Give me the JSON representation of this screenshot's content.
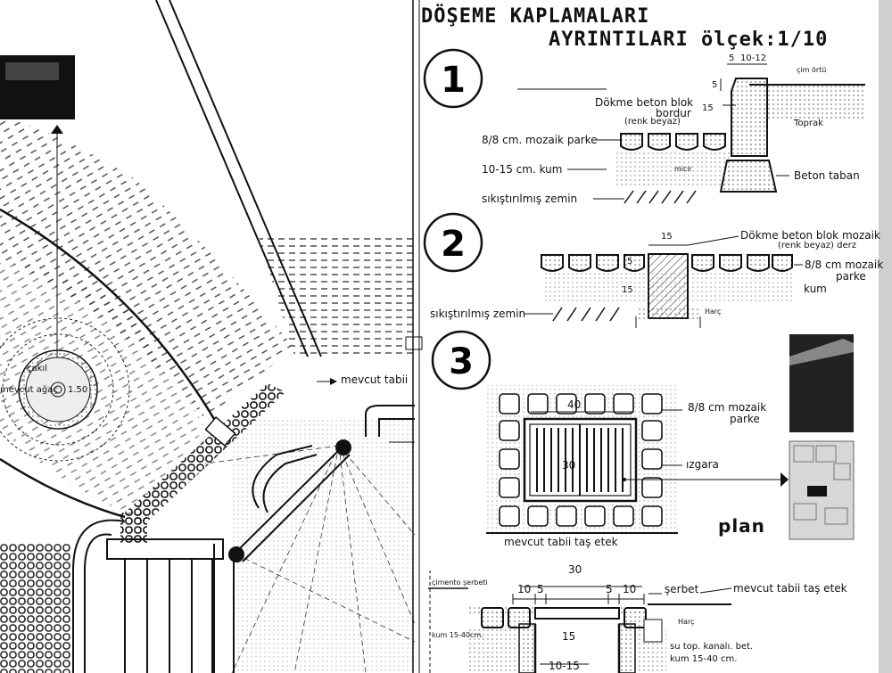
{
  "title": {
    "line1": "DÖŞEME KAPLAMALARI",
    "line2": "AYRINTILARI ölçek:1/10"
  },
  "site_plan": {
    "cakil": "çakıl",
    "mevcut_agac": "mevcut ağaç",
    "diameter": "1.50",
    "mevcut_tabii": "mevcut tabii"
  },
  "detail1": {
    "number": "1",
    "dim_5": "5",
    "dim_10_12": "10-12",
    "dim_5b": "5",
    "dim_15": "15",
    "cim_ortu": "çim örtü",
    "dokme_beton_blok": "Dökme beton blok",
    "bordur": "bordur",
    "renk_beyaz": "(renk beyaz)",
    "toprak": "Toprak",
    "mozaik_parke": "8/8 cm. mozaik parke",
    "micir": "micir",
    "kum": "10-15 cm. kum",
    "beton_taban": "Beton taban",
    "sikistirilmis_zemin": "sıkıştırılmış zemin"
  },
  "detail2": {
    "number": "2",
    "dim_15_top": "15",
    "dim_5": "5",
    "dim_15_side": "15",
    "dokme_beton_blok_mozaik": "Dökme beton blok mozaik",
    "renk_beyaz_derz": "(renk beyaz) derz",
    "mozaik_parke": "8/8 cm mozaik",
    "parke": "parke",
    "kum": "kum",
    "harc": "Harç",
    "sikistirilmis_zemin": "sıkıştırılmış zemin"
  },
  "detail3": {
    "number": "3",
    "dim_40": "40",
    "dim_30": "30",
    "mozaik_parke": "8/8 cm mozaik",
    "parke": "parke",
    "izgara": "ızgara",
    "mevcut_tabii_tas_etek": "mevcut tabii taş etek",
    "plan": "plan"
  },
  "section": {
    "dim_30": "30",
    "dim_10a": "10",
    "dim_5a": "5",
    "dim_5b": "5",
    "dim_10b": "10",
    "dim_15": "15",
    "dim_10_15": "10-15",
    "cimento_serbeti": "çimento şerbeti",
    "serbet": "şerbet",
    "mevcut_tabii_tas_etek": "mevcut tabii taş etek",
    "harc": "Harç",
    "su_top_kanali": "su top. kanalı. bet.",
    "kum_right": "kum 15-40 cm.",
    "kum_left": "kum 15-40cm."
  },
  "colors": {
    "ink": "#111111",
    "paper": "#ffffff",
    "grey": "#d9d9d9"
  }
}
